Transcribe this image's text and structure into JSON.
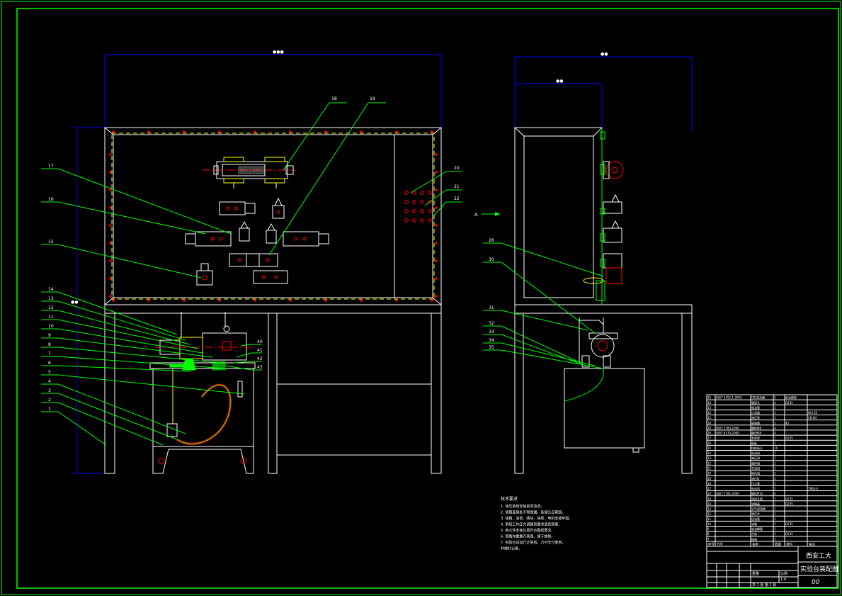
{
  "drawing": {
    "school": "西安工大",
    "title": "实验台装配图",
    "drawing_no": "00",
    "scale_label": "比例",
    "sheet_info": "共 1 张  第 1 张",
    "quantity_label": "重量",
    "scale_value": "1:4"
  },
  "view_labels": {
    "arrow_label": "A"
  },
  "balloons_front_left": [
    "14",
    "13",
    "12",
    "11",
    "10",
    "9",
    "8",
    "7",
    "6",
    "5",
    "4",
    "3",
    "2",
    "1"
  ],
  "balloons_front_panel": [
    "17",
    "16",
    "15"
  ],
  "balloons_front_top": [
    "18",
    "19"
  ],
  "balloons_front_right": [
    "20",
    "21",
    "22"
  ],
  "balloons_front_inner": [
    "40",
    "41",
    "42",
    "43"
  ],
  "balloons_side": [
    "28",
    "30",
    "31",
    "32",
    "33",
    "34",
    "35"
  ],
  "technical_requirements": {
    "heading": "技术要求",
    "lines": [
      "1. 液压系统安装前须清洗。",
      "2. 管路连接处不得泄漏，各接头应紧固。",
      "3. 油箱、油管、阀块、油泵、电机安装牢固。",
      "4. 系统工作压力调整到要求值后锁紧。",
      "5. 各元件安装位置符合图纸要求。",
      "6. 管路布置整齐美观，便于维修。",
      "7. 实验台试运行正常后，方可交付使用，",
      "   并做好记录。"
    ]
  },
  "bom": {
    "headers": [
      "序号",
      "代号",
      "名称",
      "数量",
      "材料",
      "备注"
    ],
    "rows": [
      [
        "35",
        "GB/T 3452.1-2005",
        "O形密封圈",
        "2",
        "耐油橡胶",
        ""
      ],
      [
        "34",
        "",
        "管接头",
        "4",
        "Q235",
        ""
      ],
      [
        "33",
        "",
        "吸油管",
        "1",
        "",
        ""
      ],
      [
        "32",
        "",
        "过滤器",
        "1",
        "",
        "WU-25"
      ],
      [
        "31",
        "",
        "液压泵",
        "1",
        "",
        "CB-B4"
      ],
      [
        "30",
        "",
        "联轴器",
        "1",
        "45",
        ""
      ],
      [
        "29",
        "GB/T 5783-2000",
        "螺栓M8",
        "4",
        "",
        ""
      ],
      [
        "28",
        "GB/T 6170-2000",
        "螺母M8",
        "4",
        "",
        ""
      ],
      [
        "27",
        "",
        "安装架",
        "1",
        "Q235",
        ""
      ],
      [
        "26",
        "",
        "面板",
        "1",
        "",
        ""
      ],
      [
        "25",
        "",
        "快换接头",
        "16",
        "",
        ""
      ],
      [
        "24",
        "",
        "溢流阀",
        "1",
        "",
        ""
      ],
      [
        "23",
        "",
        "减压阀",
        "1",
        "",
        ""
      ],
      [
        "22",
        "",
        "顺序阀",
        "1",
        "",
        ""
      ],
      [
        "21",
        "",
        "节流阀",
        "1",
        "",
        ""
      ],
      [
        "20",
        "",
        "换向阀",
        "2",
        "",
        ""
      ],
      [
        "19",
        "",
        "液压缸",
        "1",
        "",
        ""
      ],
      [
        "18",
        "",
        "压力表",
        "1",
        "",
        ""
      ],
      [
        "17",
        "",
        "电动机",
        "1",
        "",
        "Y90S-4"
      ],
      [
        "16",
        "GB/T 5781-2000",
        "螺栓M10",
        "4",
        "",
        ""
      ],
      [
        "15",
        "",
        "电机支架",
        "1",
        "Q235",
        ""
      ],
      [
        "14",
        "",
        "油箱盖",
        "1",
        "Q235",
        ""
      ],
      [
        "13",
        "",
        "空气滤清器",
        "1",
        "",
        ""
      ],
      [
        "12",
        "",
        "液位计",
        "1",
        "",
        ""
      ],
      [
        "11",
        "",
        "回油管",
        "1",
        "",
        ""
      ],
      [
        "10",
        "",
        "油箱",
        "1",
        "Q235",
        ""
      ],
      [
        "9",
        "",
        "放油螺塞",
        "1",
        "",
        ""
      ],
      [
        "8",
        "",
        "台架",
        "1",
        "Q235",
        ""
      ],
      [
        "7",
        "",
        "抽屉",
        "1",
        "",
        ""
      ]
    ]
  },
  "colors": {
    "frame": "#00ff00",
    "outline": "#ffffff",
    "dimension": "#0000ff",
    "leader": "#00ff00",
    "part_red": "#ff0000",
    "part_yellow": "#ffff00"
  }
}
